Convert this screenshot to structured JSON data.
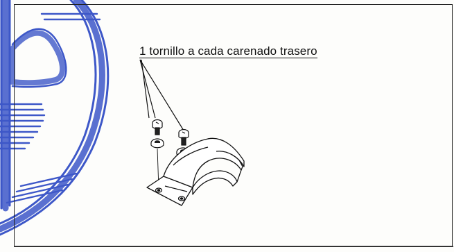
{
  "callout": {
    "text": "1 tornillo a cada carenado trasero"
  },
  "colors": {
    "scribble": "#3d57c8",
    "line_art": "#111111",
    "frame": "#222222"
  },
  "illustration": {
    "parts": [
      "screw",
      "washer",
      "screw",
      "washer",
      "rear-fairing-bracket"
    ]
  }
}
